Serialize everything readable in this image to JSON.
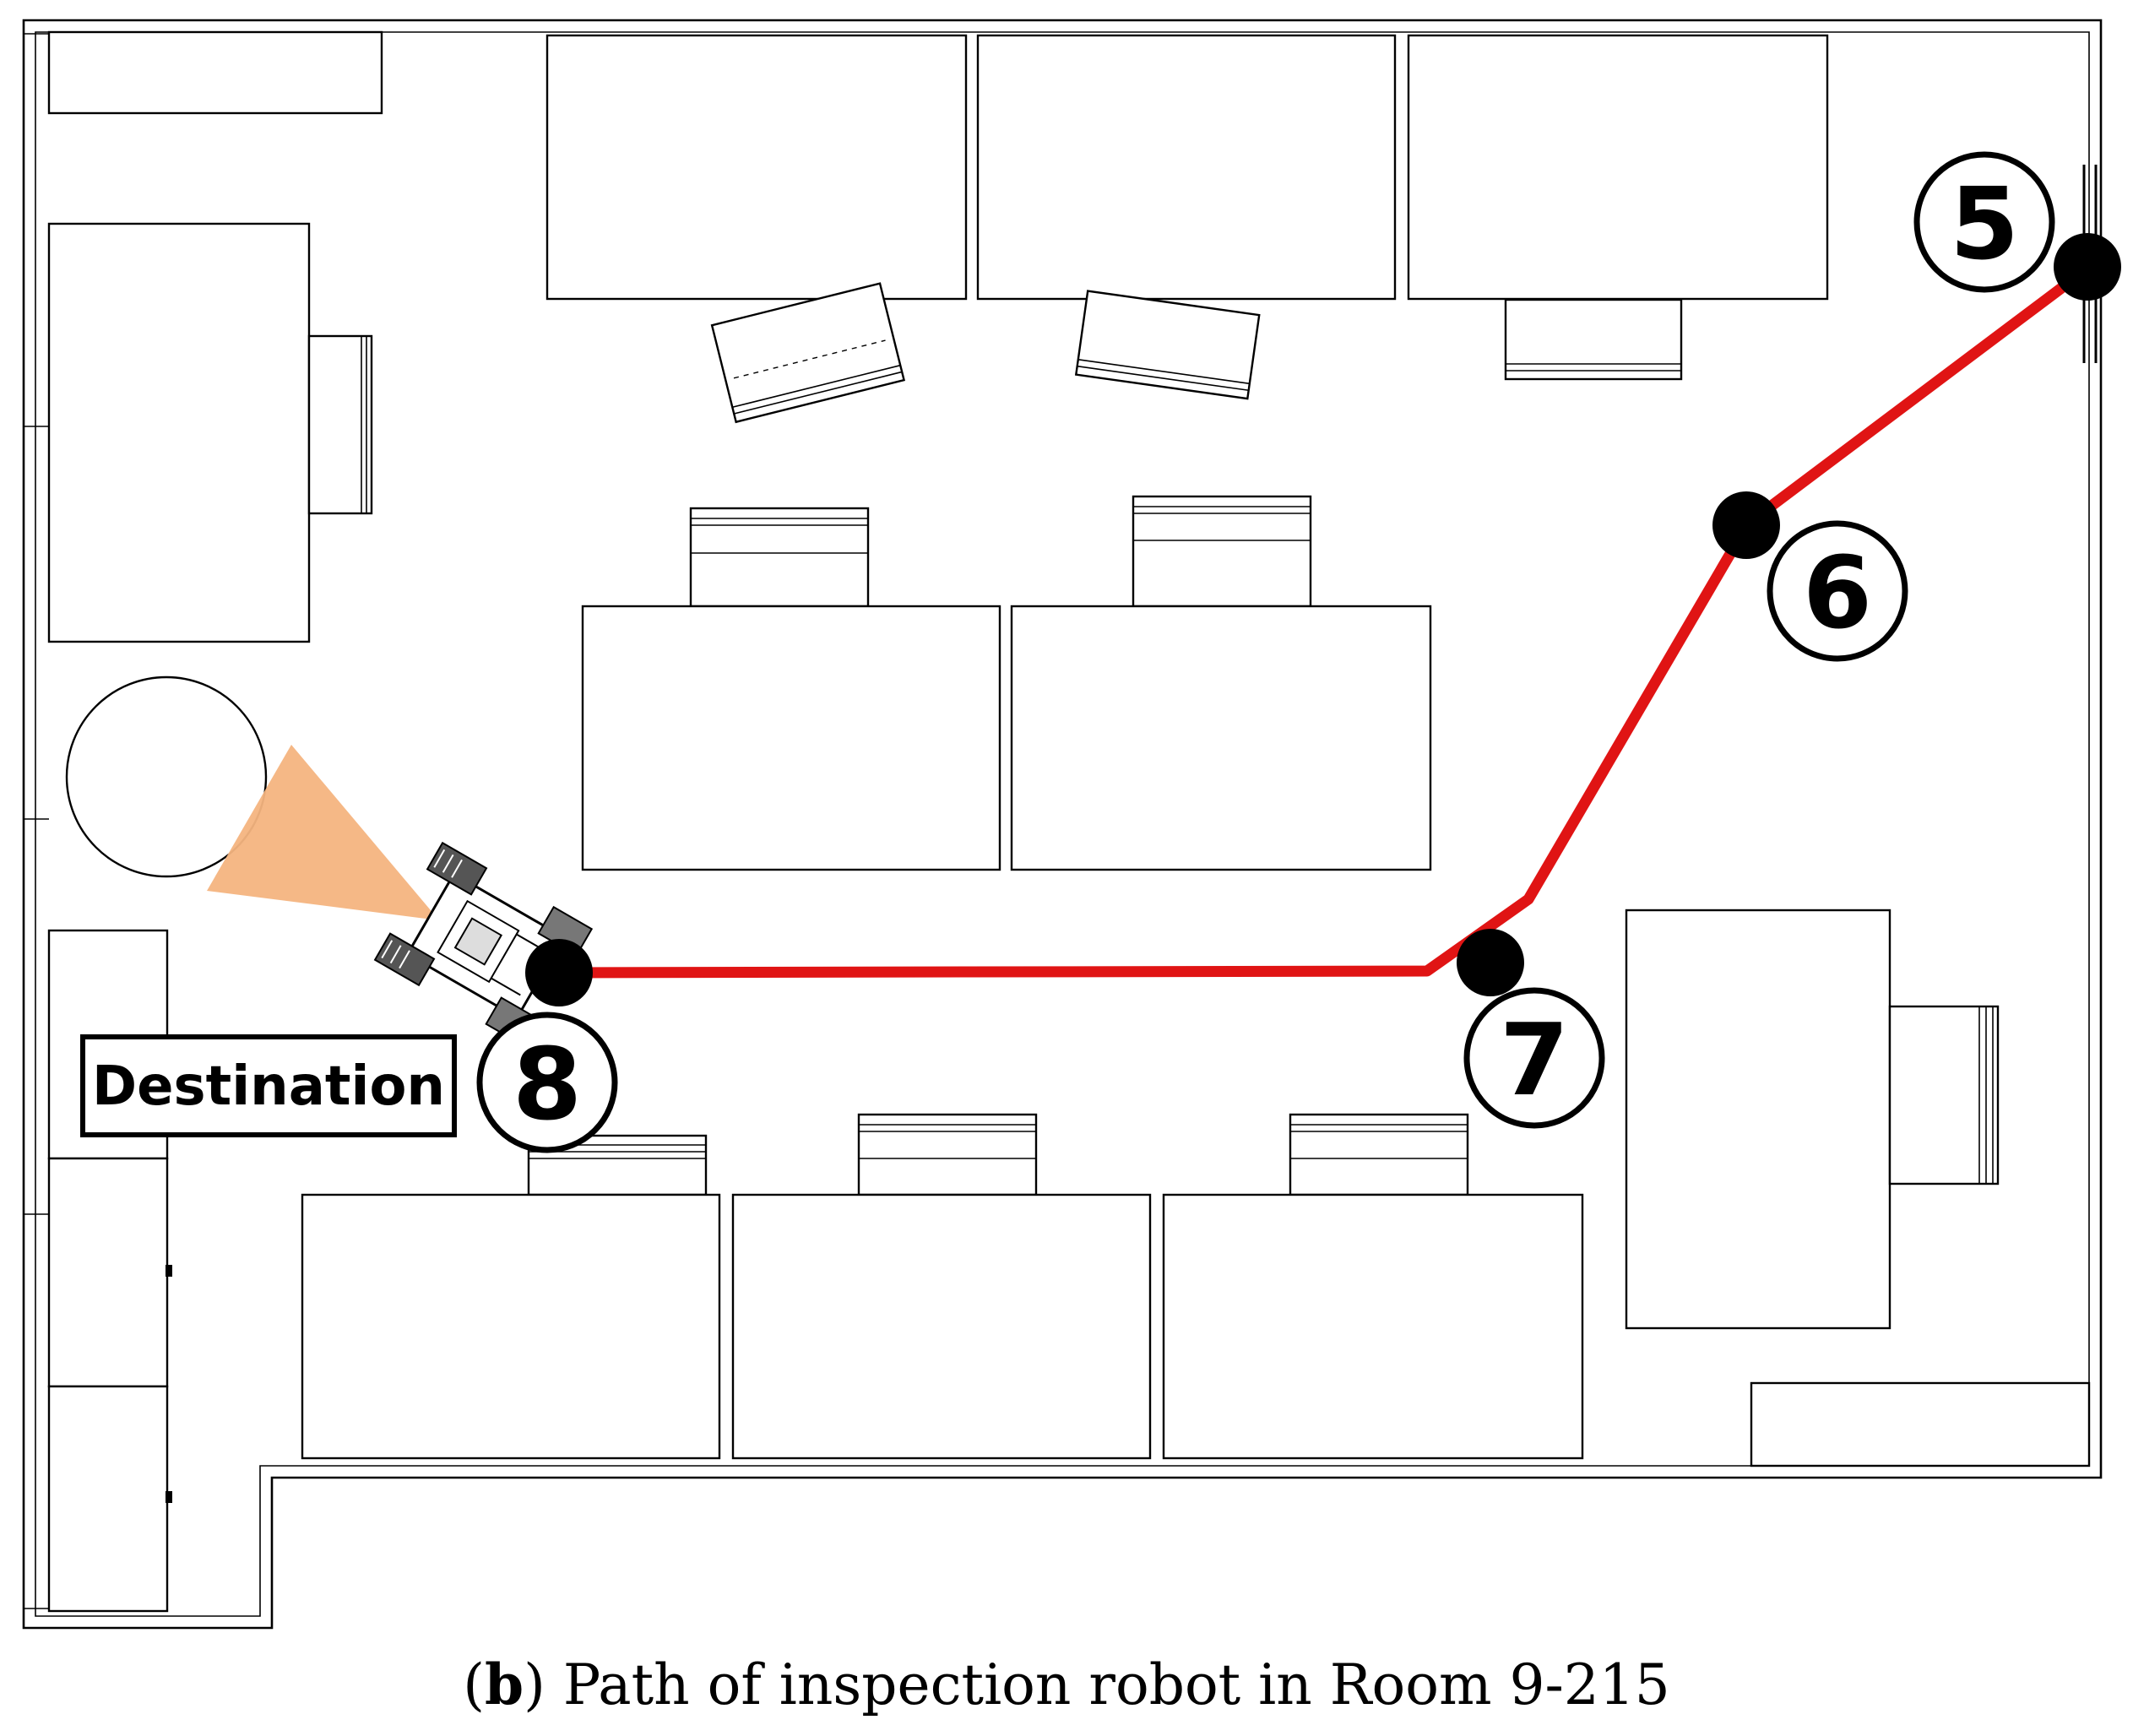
{
  "caption": {
    "label_open": "(",
    "label_letter": "b",
    "label_close": ")",
    "text": " Path of inspection robot in Room 9-215"
  },
  "destination": {
    "label": "Destination"
  },
  "waypoints": [
    {
      "id": "5",
      "label": "5"
    },
    {
      "id": "6",
      "label": "6"
    },
    {
      "id": "7",
      "label": "7"
    },
    {
      "id": "8",
      "label": "8"
    }
  ],
  "colors": {
    "path": "#e01414",
    "sensor_cone": "#f4b47f",
    "waypoint_dot": "#000000",
    "lines": "#000000"
  }
}
